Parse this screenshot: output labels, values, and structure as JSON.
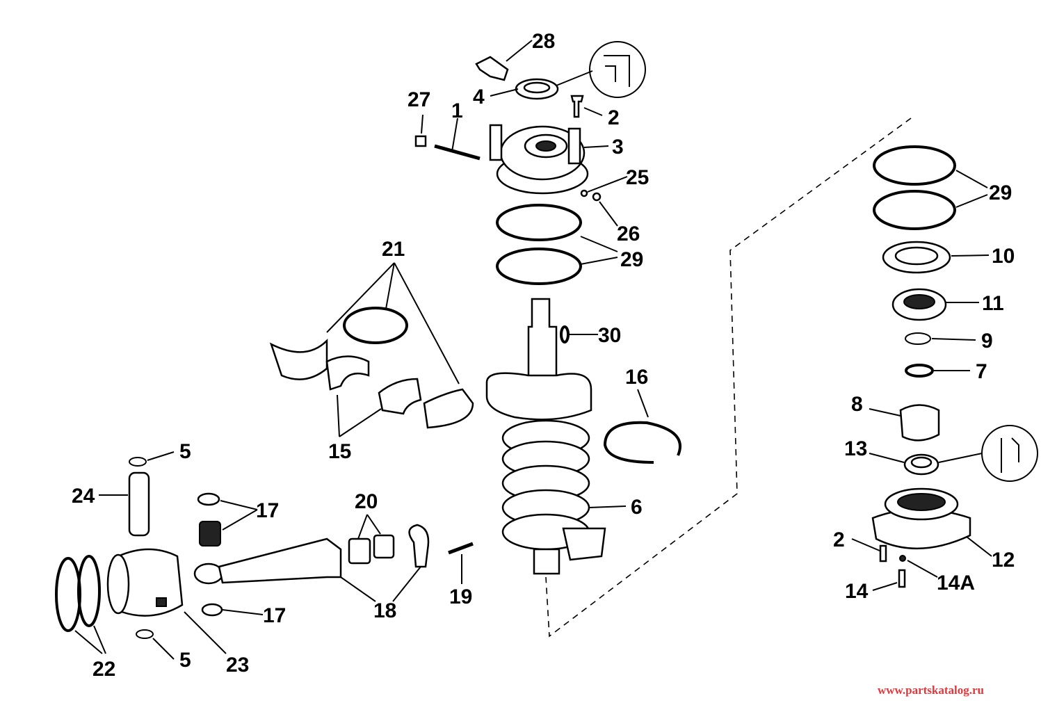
{
  "diagram": {
    "title": "Crankshaft and piston exploded parts view",
    "labels": {
      "l28": "28",
      "l4": "4",
      "l2a": "2",
      "l27": "27",
      "l1": "1",
      "l3": "3",
      "l25": "25",
      "l26": "26",
      "l29a": "29",
      "l29b": "29",
      "l10": "10",
      "l11": "11",
      "l9": "9",
      "l7": "7",
      "l8": "8",
      "l13": "13",
      "l21": "21",
      "l30": "30",
      "l16": "16",
      "l6": "6",
      "l15": "15",
      "l5a": "5",
      "l24": "24",
      "l17a": "17",
      "l20": "20",
      "l18": "18",
      "l19": "19",
      "l17b": "17",
      "l22": "22",
      "l23": "23",
      "l5b": "5",
      "l2b": "2",
      "l12": "12",
      "l14": "14",
      "l14A": "14A"
    },
    "watermark": "www.partskatalog.ru",
    "colors": {
      "ink": "#000000",
      "watermark": "#e0383c"
    }
  }
}
